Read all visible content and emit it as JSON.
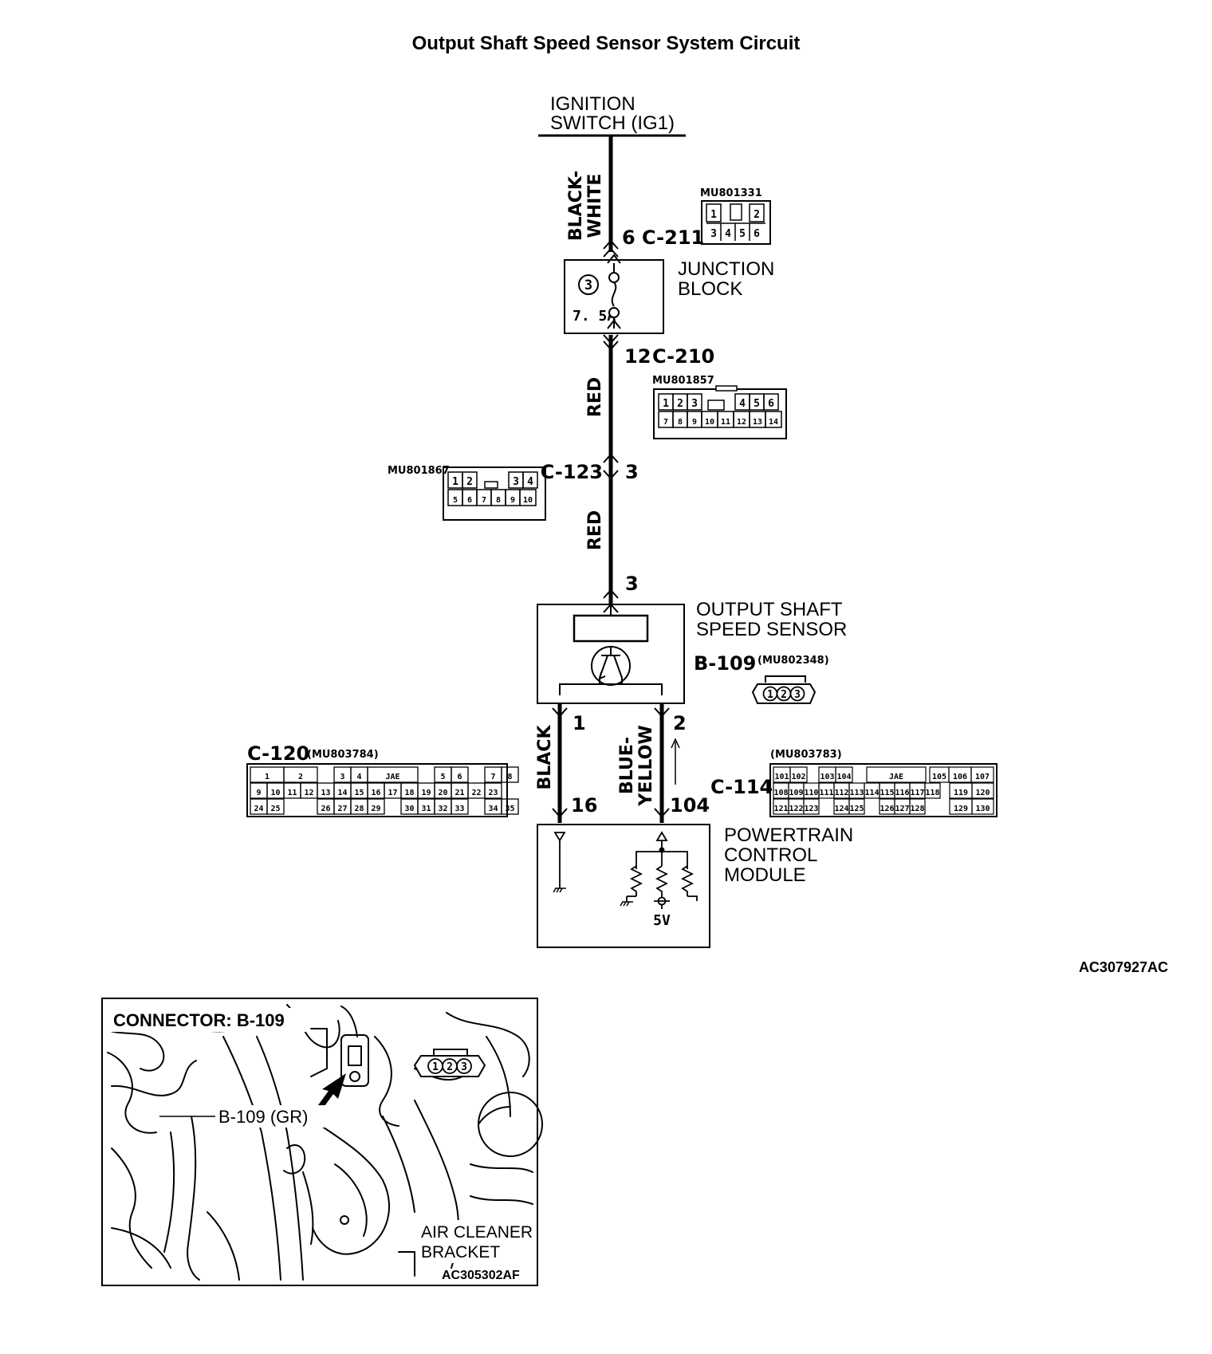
{
  "title": "Output Shaft Speed Sensor System Circuit",
  "ignition": {
    "line1": "IGNITION",
    "line2": "SWITCH (IG1)"
  },
  "wires": {
    "black_white": {
      "line1": "BLACK-",
      "line2": "WHITE"
    },
    "red_upper": "RED",
    "red_lower": "RED",
    "black": "BLACK",
    "blue_yellow": {
      "line1": "BLUE-",
      "line2": "YELLOW"
    }
  },
  "connectors": {
    "c211": {
      "pin": "6",
      "name": "C-211",
      "part": "MU801331",
      "cells": [
        "1",
        "2",
        "3",
        "4",
        "5",
        "6"
      ]
    },
    "c210": {
      "pin": "12",
      "name": "C-210",
      "part": "MU801857",
      "row1": [
        "1",
        "2",
        "3",
        "4",
        "5",
        "6"
      ],
      "row2": [
        "7",
        "8",
        "9",
        "10",
        "11",
        "12",
        "13",
        "14"
      ]
    },
    "c123": {
      "name": "C-123",
      "pin": "3",
      "part": "MU801867",
      "row1": [
        "1",
        "2",
        "3",
        "4"
      ],
      "row2": [
        "5",
        "6",
        "7",
        "8",
        "9",
        "10"
      ]
    },
    "b109": {
      "name": "B-109",
      "part": "(MU802348)",
      "pins": [
        "1",
        "2",
        "3"
      ]
    },
    "c120": {
      "name": "C-120",
      "part": "(MU803784)",
      "row1": [
        "1",
        "2",
        "3",
        "4",
        "JAE",
        "5",
        "6",
        "7",
        "8"
      ],
      "row2": [
        "9",
        "10",
        "11",
        "12",
        "13",
        "14",
        "15",
        "16",
        "17",
        "18",
        "19",
        "20",
        "21",
        "22",
        "23"
      ],
      "row3": [
        "24",
        "25",
        "26",
        "27",
        "28",
        "29",
        "30",
        "31",
        "32",
        "33",
        "34",
        "35"
      ]
    },
    "c114": {
      "name": "C-114",
      "part": "(MU803783)",
      "row1": [
        "101",
        "102",
        "103",
        "104",
        "JAE",
        "105",
        "106",
        "107"
      ],
      "row2": [
        "108",
        "109",
        "110",
        "111",
        "112",
        "113",
        "114",
        "115",
        "116",
        "117",
        "118",
        "119",
        "120"
      ],
      "row3": [
        "121",
        "122",
        "123",
        "124",
        "125",
        "126",
        "127",
        "128",
        "129",
        "130"
      ]
    }
  },
  "junction_block": {
    "line1": "JUNCTION",
    "line2": "BLOCK",
    "fuse_number": "3",
    "fuse_rating": "7. 5A"
  },
  "sensor": {
    "line1": "OUTPUT SHAFT",
    "line2": "SPEED SENSOR",
    "sensor_pin_top": "3",
    "pin1": "1",
    "pin2": "2"
  },
  "pcm": {
    "line1": "POWERTRAIN",
    "line2": "CONTROL",
    "line3": "MODULE",
    "pin16": "16",
    "pin104": "104",
    "voltage": "5V"
  },
  "ref_code_top": "AC307927AC",
  "photo": {
    "title": "CONNECTOR: B-109",
    "connector_label": "B-109 (GR)",
    "pins": [
      "1",
      "2",
      "3"
    ],
    "air_line1": "AIR CLEANER",
    "air_line2": "BRACKET",
    "ref_code": "AC305302AF"
  }
}
